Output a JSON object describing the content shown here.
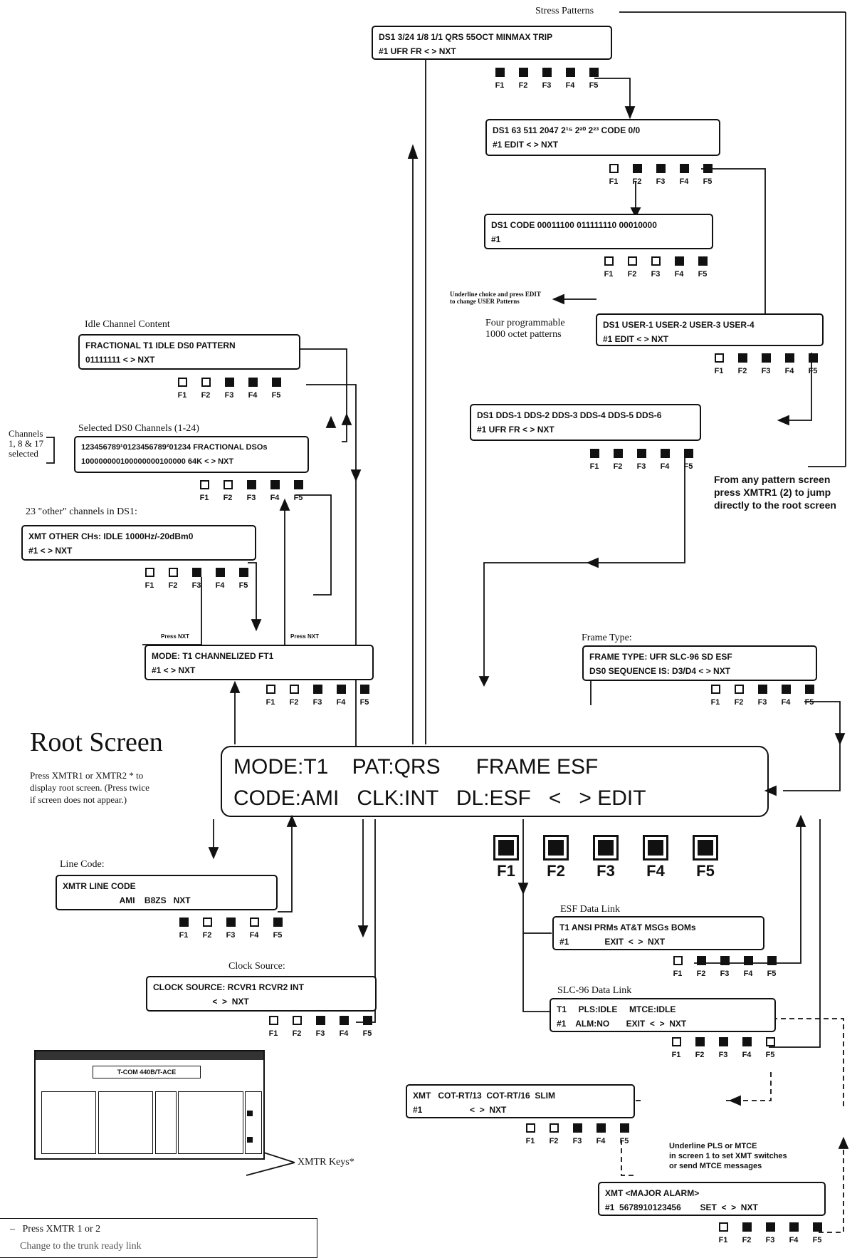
{
  "stress": {
    "caption": "Stress Patterns",
    "line1": "DS1 3/24 1/8 1/1 QRS 55OCT MINMAX TRIP",
    "line2": "#1                    UFR FR  <  >  NXT",
    "keys": [
      "F1",
      "F2",
      "F3",
      "F4",
      "F5"
    ]
  },
  "ds1code": {
    "line1": "DS1  63  511  2047  2¹⁵  2²⁰  2²³ CODE 0/0",
    "line2": "#1                    EDIT  <  >  NXT"
  },
  "ds1bits": {
    "line1": "DS1 CODE 00011100 011111110 00010000",
    "line2": "#1"
  },
  "user": {
    "note1": "Underline choice and press EDIT",
    "note2": "to change USER Patterns",
    "caption1": "Four programmable",
    "caption2": "1000 octet patterns",
    "line1": "DS1 USER-1 USER-2 USER-3 USER-4",
    "line2": "#1                   EDIT  <  >  NXT"
  },
  "dds": {
    "line1": "DS1 DDS-1 DDS-2 DDS-3 DDS-4 DDS-5 DDS-6",
    "line2": "#1               UFR FR  <  >  NXT"
  },
  "pattern_note": {
    "l1": "From any pattern screen",
    "l2": "press XMTR1 (2) to jump",
    "l3": "directly to the root screen"
  },
  "idle": {
    "caption": "Idle Channel Content",
    "line1": "FRACTIONAL T1 IDLE DS0 PATTERN",
    "line2": "        01111111         <  >  NXT"
  },
  "ds0": {
    "caption": "Selected DS0 Channels (1-24)",
    "side1": "Channels",
    "side2": "1, 8 & 17",
    "side3": "selected",
    "line1": "123456789¹0123456789²01234 FRACTIONAL DSOs",
    "line2": "100000000100000000100000  64K  <  >  NXT"
  },
  "other": {
    "caption": "23 \"other\" channels in DS1:",
    "line1": "XMT OTHER CHs: IDLE 1000Hz/-20dBm0",
    "line2": "#1                  <  >  NXT"
  },
  "mode": {
    "press_left": "Press NXT",
    "press_right": "Press NXT",
    "line1": "MODE: T1  CHANNELIZED  FT1",
    "line2": "#1                       <  >  NXT"
  },
  "frame": {
    "caption": "Frame Type:",
    "line1": "FRAME TYPE:  UFR  SLC-96  SD  ESF",
    "line2": "DS0 SEQUENCE IS: D3/D4     <  >  NXT"
  },
  "root": {
    "title": "Root Screen",
    "desc1": "Press XMTR1 or XMTR2 * to",
    "desc2": "display root screen. (Press twice",
    "desc3": "if screen does not appear.)",
    "line1": "MODE:T1    PAT:QRS      FRAME ESF",
    "line2": "CODE:AMI   CLK:INT   DL:ESF   <   > EDIT"
  },
  "linecode": {
    "caption": "Line Code:",
    "line1": "XMTR LINE CODE",
    "line2": "                        AMI    B8ZS   NXT"
  },
  "clock": {
    "caption": "Clock Source:",
    "line1": "CLOCK SOURCE:  RCVR1  RCVR2  INT",
    "line2": "                         <  >  NXT"
  },
  "esf": {
    "caption": "ESF Data Link",
    "line1": "T1   ANSI PRMs   AT&T MSGs   BOMs",
    "line2": "#1               EXIT  <  >  NXT"
  },
  "slc": {
    "caption": "SLC-96 Data Link",
    "line1": "T1     PLS:IDLE     MTCE:IDLE",
    "line2": "#1    ALM:NO       EXIT  <  >  NXT"
  },
  "cot": {
    "line1": "XMT   COT-RT/13  COT-RT/16  SLIM",
    "line2": "#1                    <  >  NXT"
  },
  "alarm": {
    "note1": "Underline PLS or MTCE",
    "note2": "in screen 1 to set XMT switches",
    "note3": "or send MTCE messages",
    "line1": "XMT  <MAJOR ALARM>",
    "line2": "#1  5678910123456        SET  <  >  NXT"
  },
  "panel": {
    "title": "T-COM 440B/T-ACE",
    "keys_label": "XMTR Keys*"
  },
  "bottom": {
    "l1": "–   Press XMTR 1 or 2",
    "l2": "    Change to the trunk ready link"
  },
  "fkeys": [
    "F1",
    "F2",
    "F3",
    "F4",
    "F5"
  ]
}
